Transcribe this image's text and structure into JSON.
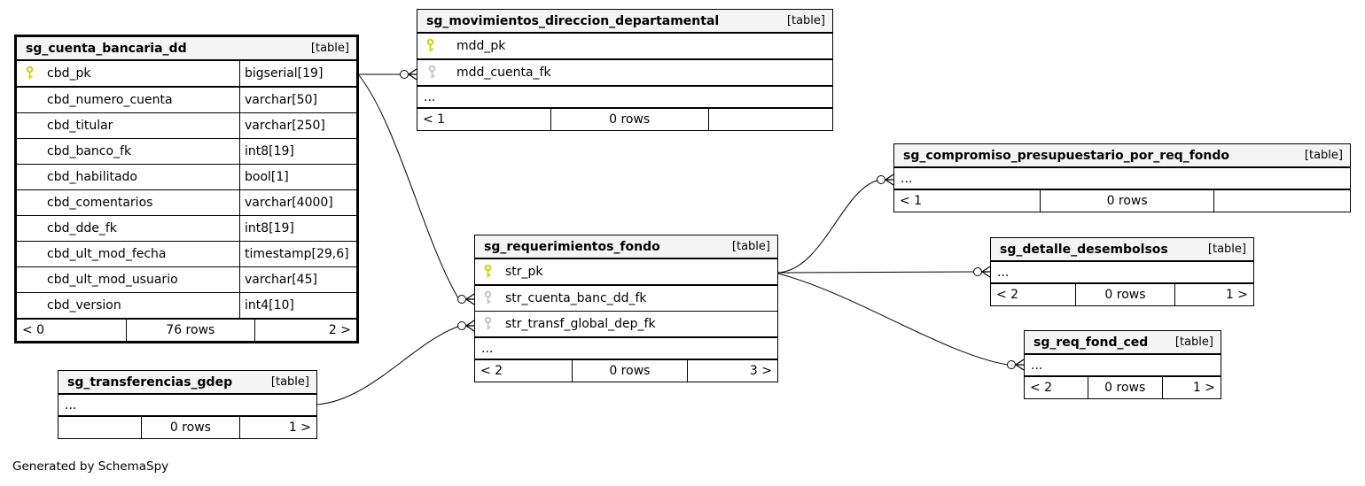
{
  "diagram": {
    "footer_note": "Generated by SchemaSpy",
    "colors": {
      "pk_key": "#cfcf00",
      "fk_key": "#c4c4c4",
      "header_bg": "#f4f4f4",
      "border": "#000000"
    }
  },
  "tables": [
    {
      "name": "sg_cuenta_bancaria_dd",
      "badge": "[table]",
      "columns": [
        {
          "name": "cbd_pk",
          "type": "bigserial[19]",
          "key": "pk"
        },
        {
          "name": "cbd_numero_cuenta",
          "type": "varchar[50]",
          "key": ""
        },
        {
          "name": "cbd_titular",
          "type": "varchar[250]",
          "key": ""
        },
        {
          "name": "cbd_banco_fk",
          "type": "int8[19]",
          "key": ""
        },
        {
          "name": "cbd_habilitado",
          "type": "bool[1]",
          "key": ""
        },
        {
          "name": "cbd_comentarios",
          "type": "varchar[4000]",
          "key": ""
        },
        {
          "name": "cbd_dde_fk",
          "type": "int8[19]",
          "key": ""
        },
        {
          "name": "cbd_ult_mod_fecha",
          "type": "timestamp[29,6]",
          "key": ""
        },
        {
          "name": "cbd_ult_mod_usuario",
          "type": "varchar[45]",
          "key": ""
        },
        {
          "name": "cbd_version",
          "type": "int4[10]",
          "key": ""
        }
      ],
      "footer": {
        "left": "< 0",
        "center": "76 rows",
        "right": "2 >"
      }
    },
    {
      "name": "sg_movimientos_direccion_departamental",
      "badge": "[table]",
      "columns": [
        {
          "name": "mdd_pk",
          "key": "pk"
        },
        {
          "name": "mdd_cuenta_fk",
          "key": "fk"
        }
      ],
      "ellipsis": "...",
      "footer": {
        "left": "< 1",
        "center": "0 rows",
        "right": ""
      }
    },
    {
      "name": "sg_compromiso_presupuestario_por_req_fondo",
      "badge": "[table]",
      "ellipsis": "...",
      "footer": {
        "left": "< 1",
        "center": "0 rows",
        "right": ""
      }
    },
    {
      "name": "sg_requerimientos_fondo",
      "badge": "[table]",
      "columns": [
        {
          "name": "str_pk",
          "key": "pk"
        },
        {
          "name": "str_cuenta_banc_dd_fk",
          "key": "fk"
        },
        {
          "name": "str_transf_global_dep_fk",
          "key": "fk"
        }
      ],
      "ellipsis": "...",
      "footer": {
        "left": "< 2",
        "center": "0 rows",
        "right": "3 >"
      }
    },
    {
      "name": "sg_detalle_desembolsos",
      "badge": "[table]",
      "ellipsis": "...",
      "footer": {
        "left": "< 2",
        "center": "0 rows",
        "right": "1 >"
      }
    },
    {
      "name": "sg_req_fond_ced",
      "badge": "[table]",
      "ellipsis": "...",
      "footer": {
        "left": "< 2",
        "center": "0 rows",
        "right": "1 >"
      }
    },
    {
      "name": "sg_transferencias_gdep",
      "badge": "[table]",
      "ellipsis": "...",
      "footer": {
        "left": "",
        "center": "0 rows",
        "right": "1 >"
      }
    }
  ],
  "relationships": [
    {
      "from": "sg_cuenta_bancaria_dd.cbd_pk",
      "to": "sg_movimientos_direccion_departamental.mdd_cuenta_fk"
    },
    {
      "from": "sg_cuenta_bancaria_dd.cbd_pk",
      "to": "sg_requerimientos_fondo.str_cuenta_banc_dd_fk"
    },
    {
      "from": "sg_transferencias_gdep",
      "to": "sg_requerimientos_fondo.str_transf_global_dep_fk"
    },
    {
      "from": "sg_requerimientos_fondo.str_pk",
      "to": "sg_compromiso_presupuestario_por_req_fondo"
    },
    {
      "from": "sg_requerimientos_fondo.str_pk",
      "to": "sg_detalle_desembolsos"
    },
    {
      "from": "sg_requerimientos_fondo.str_pk",
      "to": "sg_req_fond_ced"
    }
  ]
}
